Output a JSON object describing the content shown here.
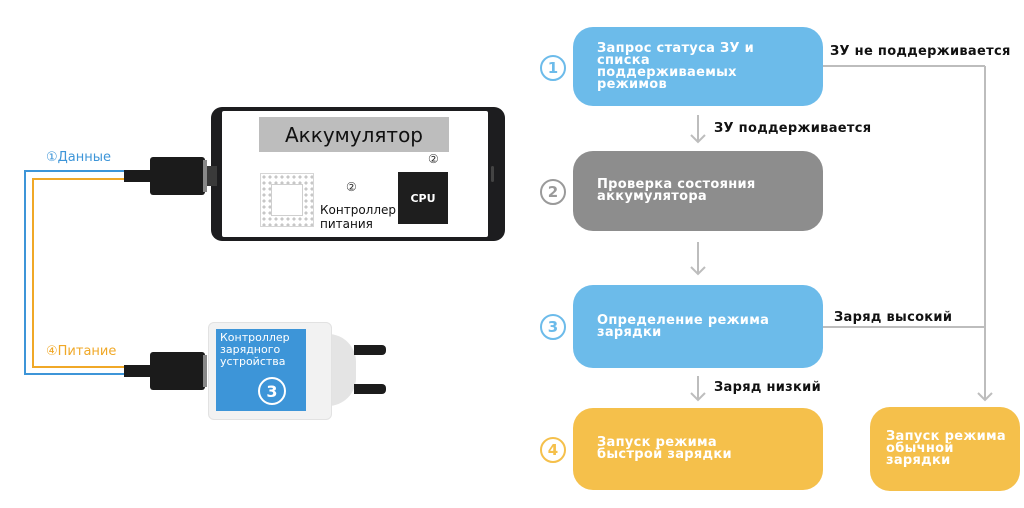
{
  "hardware": {
    "battery_label": "Аккумулятор",
    "cpu_label": "CPU",
    "power_controller_label": "Контроллер\nпитания",
    "marker_2": "②",
    "charger_controller_label": "Контроллер\nзарядного\nустройства",
    "charger_marker": "3",
    "data_line_label": "①Данные",
    "power_line_label": "④Питание"
  },
  "flowchart": {
    "steps": [
      {
        "marker": "1",
        "text": "Запрос статуса ЗУ и списка поддерживаемых режимов",
        "color": "#6cbbea"
      },
      {
        "marker": "2",
        "text": "Проверка состояния аккумулятора",
        "color": "#8d8d8d"
      },
      {
        "marker": "3",
        "text": "Определение режима зарядки",
        "color": "#6cbbea"
      },
      {
        "marker": "4",
        "text": "Запуск режима быстрой зарядки",
        "color": "#f5c04b"
      }
    ],
    "normal_charge": {
      "text": "Запуск режима обычной зарядки",
      "color": "#f5c04b"
    },
    "edges": {
      "not_supported": "ЗУ не поддерживается",
      "supported": "ЗУ поддерживается",
      "charge_high": "Заряд высокий",
      "charge_low": "Заряд низкий"
    }
  },
  "colors": {
    "data_line": "#3d95d8",
    "power_line": "#f0a827",
    "arrow": "#bdbdbd"
  }
}
